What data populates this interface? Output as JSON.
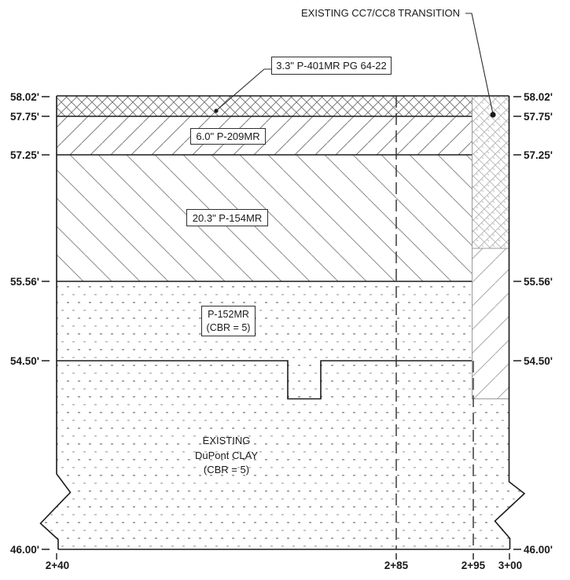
{
  "colors": {
    "line": "#1b1b1b",
    "hatch_dark": "#6e6e6e",
    "hatch_mid": "#858585",
    "hatch_light": "#b5b5b5",
    "dot": "#9b9b9b"
  },
  "callouts": {
    "transition": "EXISTING CC7/CC8 TRANSITION",
    "p401": "3.3\" P-401MR PG 64-22",
    "p209": "6.0\" P-209MR",
    "p154": "20.3\" P-154MR",
    "p152": {
      "line1": "P-152MR",
      "line2": "(CBR = 5)"
    },
    "clay": {
      "line1": "EXISTING",
      "line2": "DuPont CLAY",
      "line3": "(CBR = 5)"
    }
  },
  "elevations": {
    "left": [
      "58.02'",
      "57.75'",
      "57.25'",
      "55.56'",
      "54.50'",
      "46.00'"
    ],
    "right": [
      "58.02'",
      "57.75'",
      "57.25'",
      "55.56'",
      "54.50'",
      "46.00'"
    ]
  },
  "stations": [
    "2+40",
    "2+85",
    "2+95",
    "3+00"
  ],
  "layers": [
    {
      "name": "P-401MR surface course",
      "label": "3.3\" P-401MR PG 64-22",
      "top_elev": "58.02'",
      "bottom_elev": "57.75'"
    },
    {
      "name": "P-209MR base course",
      "label": "6.0\" P-209MR",
      "top_elev": "57.75'",
      "bottom_elev": "57.25'"
    },
    {
      "name": "P-154MR subbase",
      "label": "20.3\" P-154MR",
      "top_elev": "57.25'",
      "bottom_elev": "55.56'"
    },
    {
      "name": "P-152MR subgrade",
      "label": "P-152MR (CBR = 5)",
      "top_elev": "55.56'",
      "bottom_elev": "54.50'"
    },
    {
      "name": "Existing DuPont clay",
      "label": "EXISTING DuPont CLAY (CBR = 5)",
      "top_elev": "54.50'",
      "bottom_elev": "46.00'"
    },
    {
      "name": "Existing CC7/CC8 transition",
      "label": "EXISTING CC7/CC8 TRANSITION",
      "top_elev": "58.02'",
      "bottom_elev": ""
    }
  ]
}
